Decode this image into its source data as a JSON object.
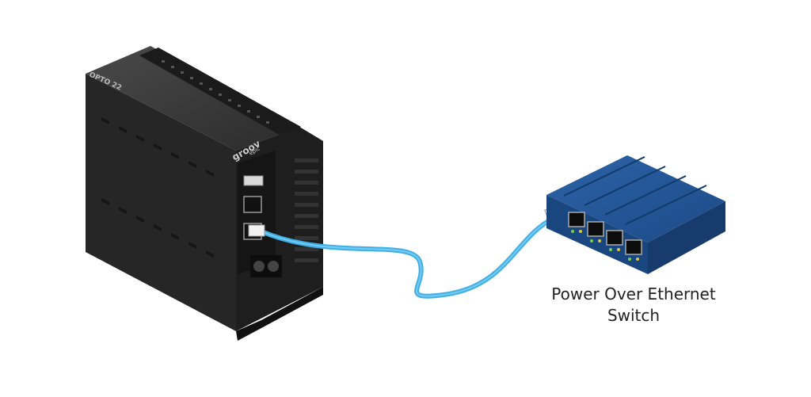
{
  "controller": {
    "brand": "OPTO 22",
    "logo": "groov",
    "logo_sub": "epic"
  },
  "switch": {
    "label_line1": "Power Over Ethernet",
    "label_line2": "Switch",
    "port_count": 4
  },
  "colors": {
    "cable": "#3fb0e6",
    "switch_body": "#1f4f8f",
    "controller_body": "#2a2a2a",
    "port_led": "#7ad04a"
  }
}
